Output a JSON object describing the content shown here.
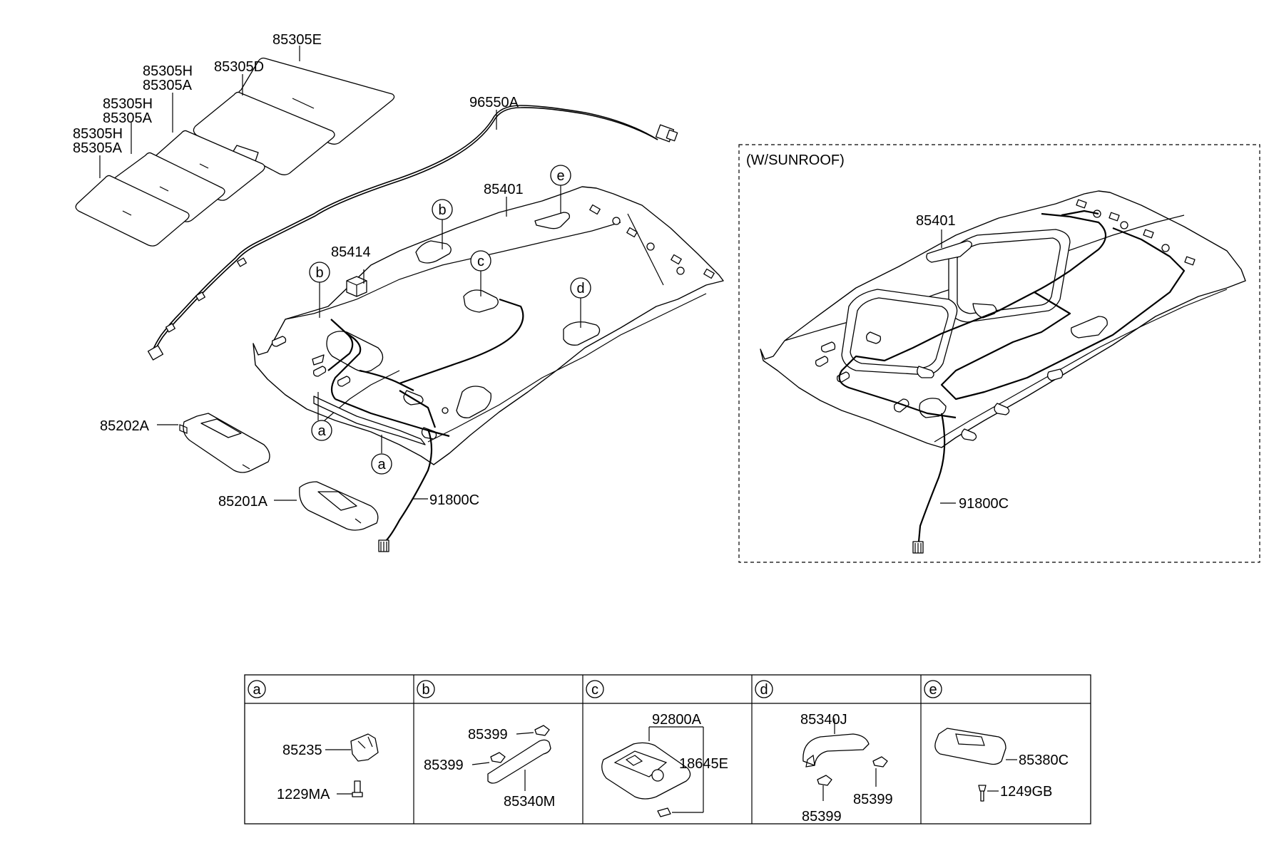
{
  "main": {
    "parts": {
      "p85305E": "85305E",
      "p85305H_1": "85305H",
      "p85305A_1": "85305A",
      "p85305D": "85305D",
      "p85305H_2": "85305H",
      "p85305A_2": "85305A",
      "p85305H_3": "85305H",
      "p85305A_3": "85305A",
      "p96550A": "96550A",
      "p85401": "85401",
      "p85414": "85414",
      "p85202A": "85202A",
      "p85201A": "85201A",
      "p91800C": "91800C"
    },
    "callouts": {
      "a1": "a",
      "a2": "a",
      "b1": "b",
      "b2": "b",
      "c": "c",
      "d": "d",
      "e": "e"
    }
  },
  "sunroof": {
    "title": "(W/SUNROOF)",
    "p85401": "85401",
    "p91800C": "91800C"
  },
  "table": {
    "headers": [
      "a",
      "b",
      "c",
      "d",
      "e"
    ],
    "a": {
      "p1": "85235",
      "p2": "1229MA"
    },
    "b": {
      "p1": "85399",
      "p2": "85399",
      "p3": "85340M"
    },
    "c": {
      "p1": "92800A",
      "p2": "18645E"
    },
    "d": {
      "p1": "85340J",
      "p2": "85399",
      "p3": "85399"
    },
    "e": {
      "p1": "85380C",
      "p2": "1249GB"
    }
  }
}
